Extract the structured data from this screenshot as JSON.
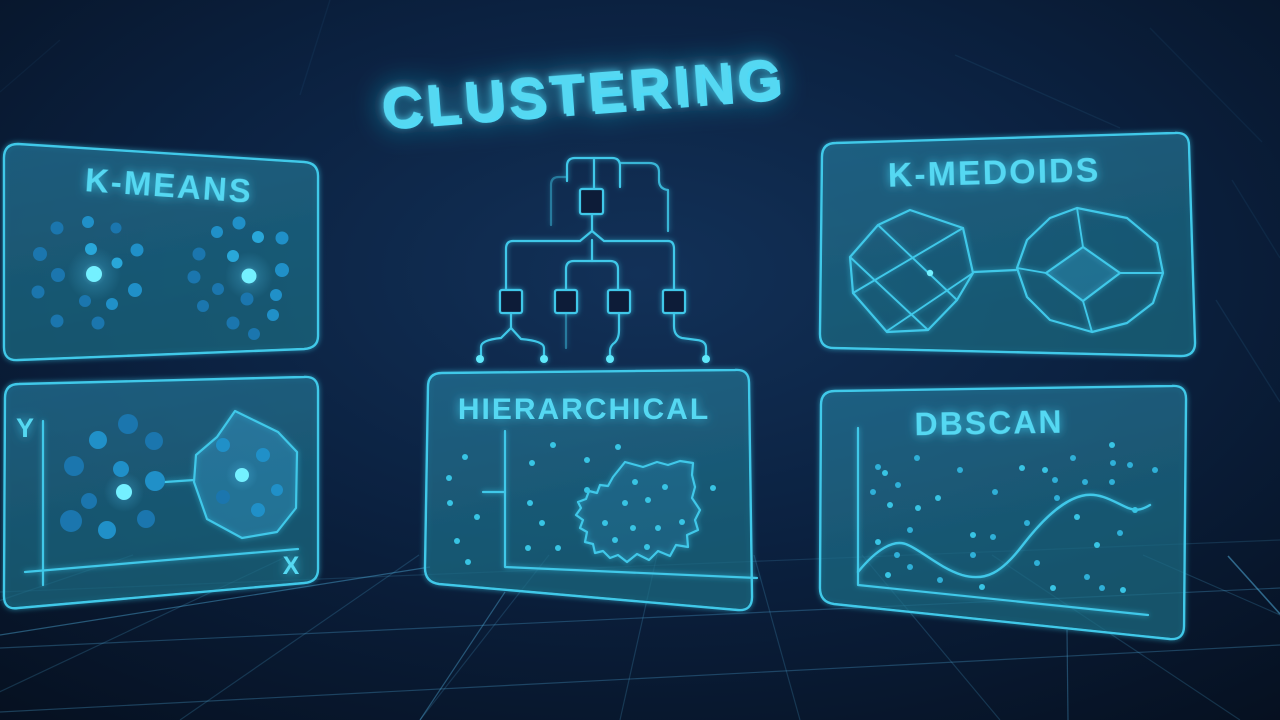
{
  "header": {
    "title": "CLUSTERING"
  },
  "panels": {
    "kmeans": {
      "title": "K-MEANS",
      "figure": "two-dot-clusters-with-bright-centroids"
    },
    "kmedoids": {
      "title": "K-MEDOIDS",
      "figure": "two-faceted-medoid-gems-connected-by-line"
    },
    "hierarchical": {
      "title": "HIERARCHICAL",
      "figure": "dendrogram-tree-above-scatter-with-cluster-blob"
    },
    "dbscan": {
      "title": "DBSCAN",
      "figure": "scatter-field-with-density-curve-and-axes"
    },
    "xy_scatter": {
      "y_label": "Y",
      "x_label": "X",
      "figure": "scatter-cluster-linked-to-polygon-enclosed-cluster"
    }
  },
  "colors": {
    "background": "#081527",
    "accent_cyan": "#41c9e9",
    "title_text": "#5fe9ff",
    "panel_title_text": "#54d8f2",
    "dot_blue_dark": "#155e94",
    "dot_blue": "#1b76ae",
    "dot_blue_light": "#2090c8",
    "dot_blue_lighter": "#29a7d9",
    "centroid_bright": "#74f0ff",
    "small_dot": "#38c4e4",
    "panel_fill": "#0d2a4e",
    "grid_line": "#56b8e8"
  }
}
